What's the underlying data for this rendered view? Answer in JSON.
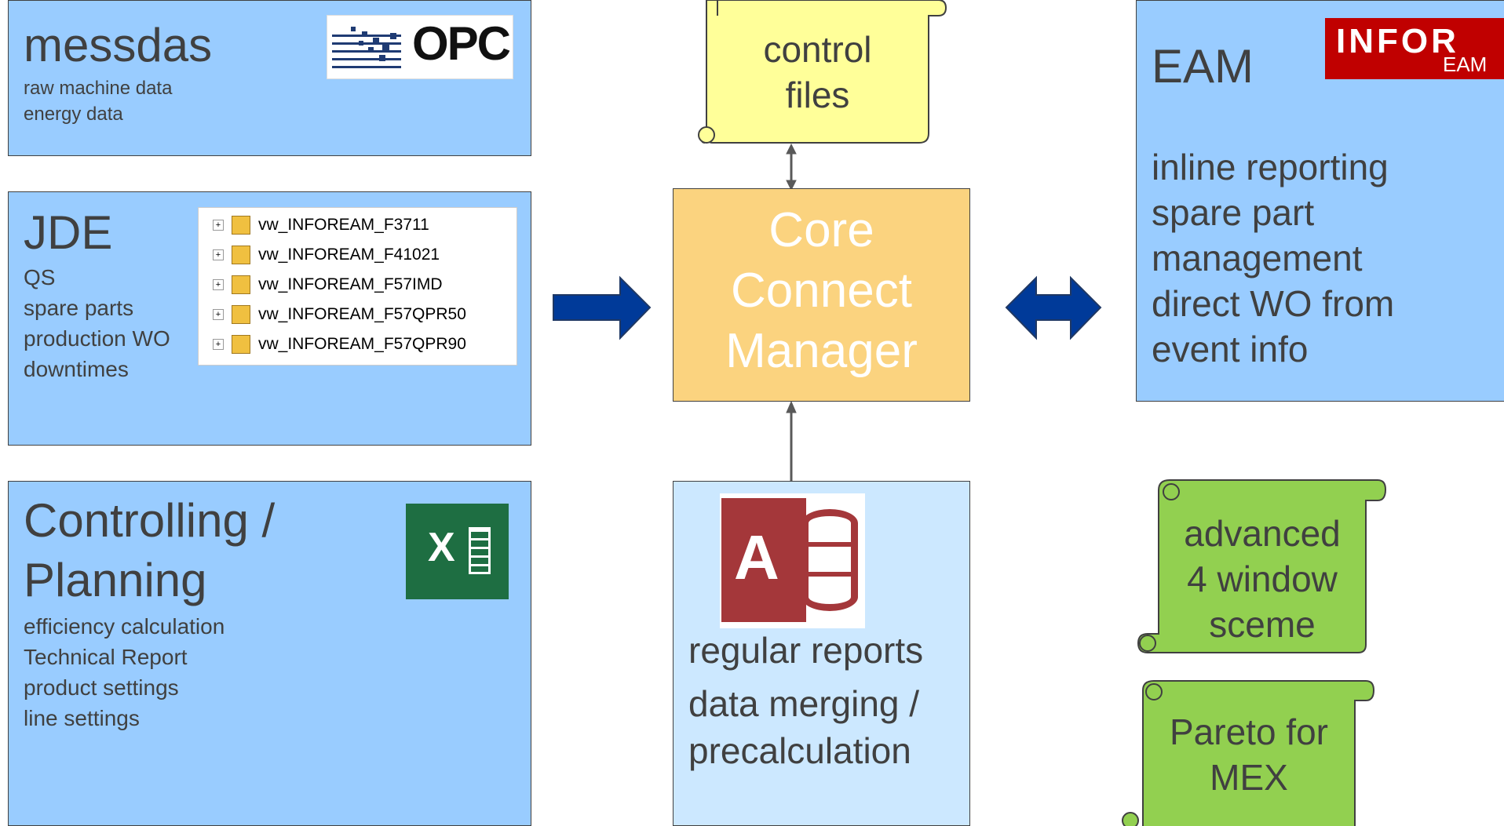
{
  "messdas": {
    "title": "messdas",
    "lines": [
      "raw machine data",
      "energy data"
    ],
    "logo_text": "OPC"
  },
  "jde": {
    "title": "JDE",
    "lines": [
      "QS",
      "spare parts",
      "production WO",
      "downtimes"
    ],
    "tree_items": [
      "vw_INFOREAM_F3711",
      "vw_INFOREAM_F41021",
      "vw_INFOREAM_F57IMD",
      "vw_INFOREAM_F57QPR50",
      "vw_INFOREAM_F57QPR90"
    ]
  },
  "controlling": {
    "title_line1": "Controlling /",
    "title_line2": "Planning",
    "lines": [
      "efficiency calculation",
      "Technical Report",
      "product settings",
      "line settings"
    ],
    "icon": "excel-icon"
  },
  "control_files": {
    "line1": "control",
    "line2": "files"
  },
  "core": {
    "line1": "Core",
    "line2": "Connect",
    "line3": "Manager"
  },
  "access": {
    "icon": "access-icon",
    "line1": "regular reports",
    "line2": "data merging /",
    "line3": "precalculation"
  },
  "eam": {
    "title": "EAM",
    "logo_text": "INFOR",
    "logo_sub": "EAM",
    "lines": [
      "inline reporting",
      "spare part",
      "management",
      "direct WO from",
      "event info"
    ]
  },
  "advanced": {
    "line1": "advanced",
    "line2": "4 window",
    "line3": "sceme"
  },
  "pareto": {
    "line1": "Pareto for",
    "line2": "MEX"
  },
  "colors": {
    "box_blue": "#99ccff",
    "box_lightblue": "#cce8ff",
    "scroll_yellow": "#ffff99",
    "scroll_green": "#92d050",
    "core_orange": "#fbd37f",
    "arrow_blue": "#003a99",
    "infor_red": "#c00000",
    "excel_green": "#1e6e42",
    "access_red": "#a4373a"
  }
}
